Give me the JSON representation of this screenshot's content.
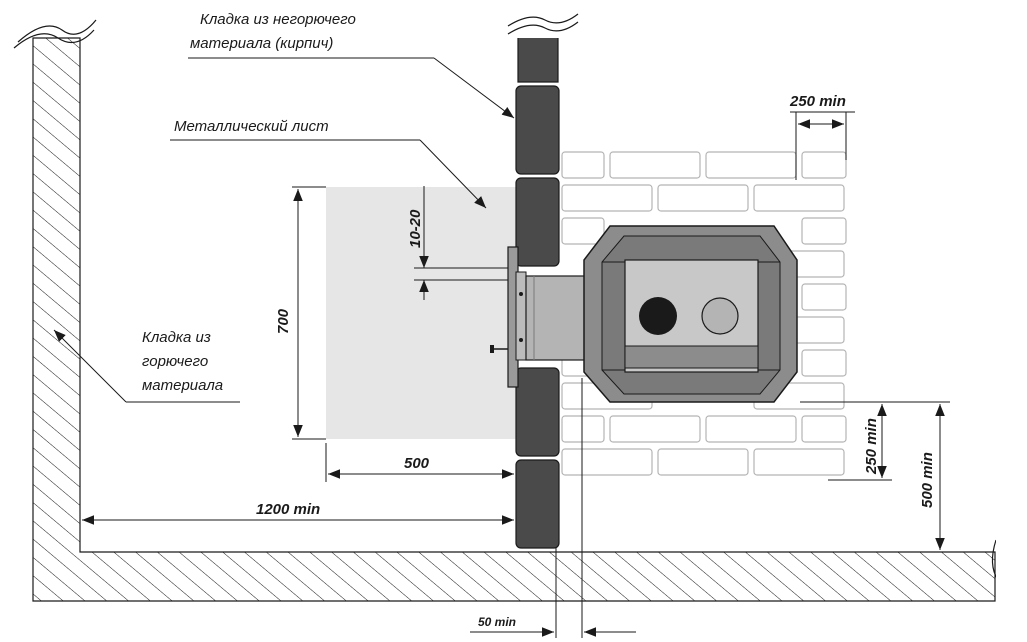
{
  "labels": {
    "nonflammable_masonry": [
      "Кладка из негорючего",
      "материала (кирпич)"
    ],
    "metal_sheet": "Металлический лист",
    "flammable_masonry": [
      "Кладка из",
      "горючего",
      "материала"
    ]
  },
  "dimensions": {
    "top_clearance": "250 min",
    "gap": "10-20",
    "sheet_height": "700",
    "sheet_depth": "500",
    "wall_distance": "1200 min",
    "floor_clearance_1": "250 min",
    "floor_clearance_2": "500 min",
    "rear_clearance": "50 min"
  },
  "colors": {
    "line": "#1a1a1a",
    "brick_dark": "#4a4a4a",
    "metal_sheet": "#e6e6e6",
    "stove_body": "#8c8c8c",
    "stove_panel": "#c8c8c8",
    "pipe": "#b4b4b4"
  }
}
